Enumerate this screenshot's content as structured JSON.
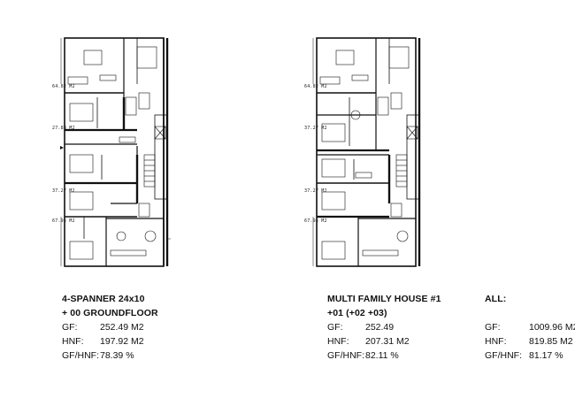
{
  "plans": [
    {
      "area_labels": [
        "64.82 M2",
        "27.88 M2",
        "37.27 M2",
        "67.95 M2"
      ]
    },
    {
      "area_labels": [
        "64.82 M2",
        "37.27 M2",
        "37.27 M2",
        "67.95 M2"
      ]
    }
  ],
  "blocks": {
    "ground": {
      "title": "4-SPANNER 24x10",
      "subtitle": "+ 00 GROUNDFLOOR",
      "rows": [
        {
          "key": "GF:",
          "value": "252.49 M2"
        },
        {
          "key": "HNF:",
          "value": "197.92 M2"
        },
        {
          "key": "GF/HNF:",
          "value": "78.39 %"
        }
      ]
    },
    "multi": {
      "title": "MULTI FAMILY HOUSE  #1",
      "subtitle": "+01  (+02  +03)",
      "rows": [
        {
          "key": "GF:",
          "value": "252.49"
        },
        {
          "key": "HNF:",
          "value": "207.31 M2"
        },
        {
          "key": "GF/HNF:",
          "value": "82.11 %"
        }
      ]
    },
    "all": {
      "title": "ALL:",
      "rows": [
        {
          "key": "GF:",
          "value": "1009.96 M2"
        },
        {
          "key": "HNF:",
          "value": "819.85 M2"
        },
        {
          "key": "GF/HNF:",
          "value": "81.17 %"
        }
      ]
    }
  }
}
